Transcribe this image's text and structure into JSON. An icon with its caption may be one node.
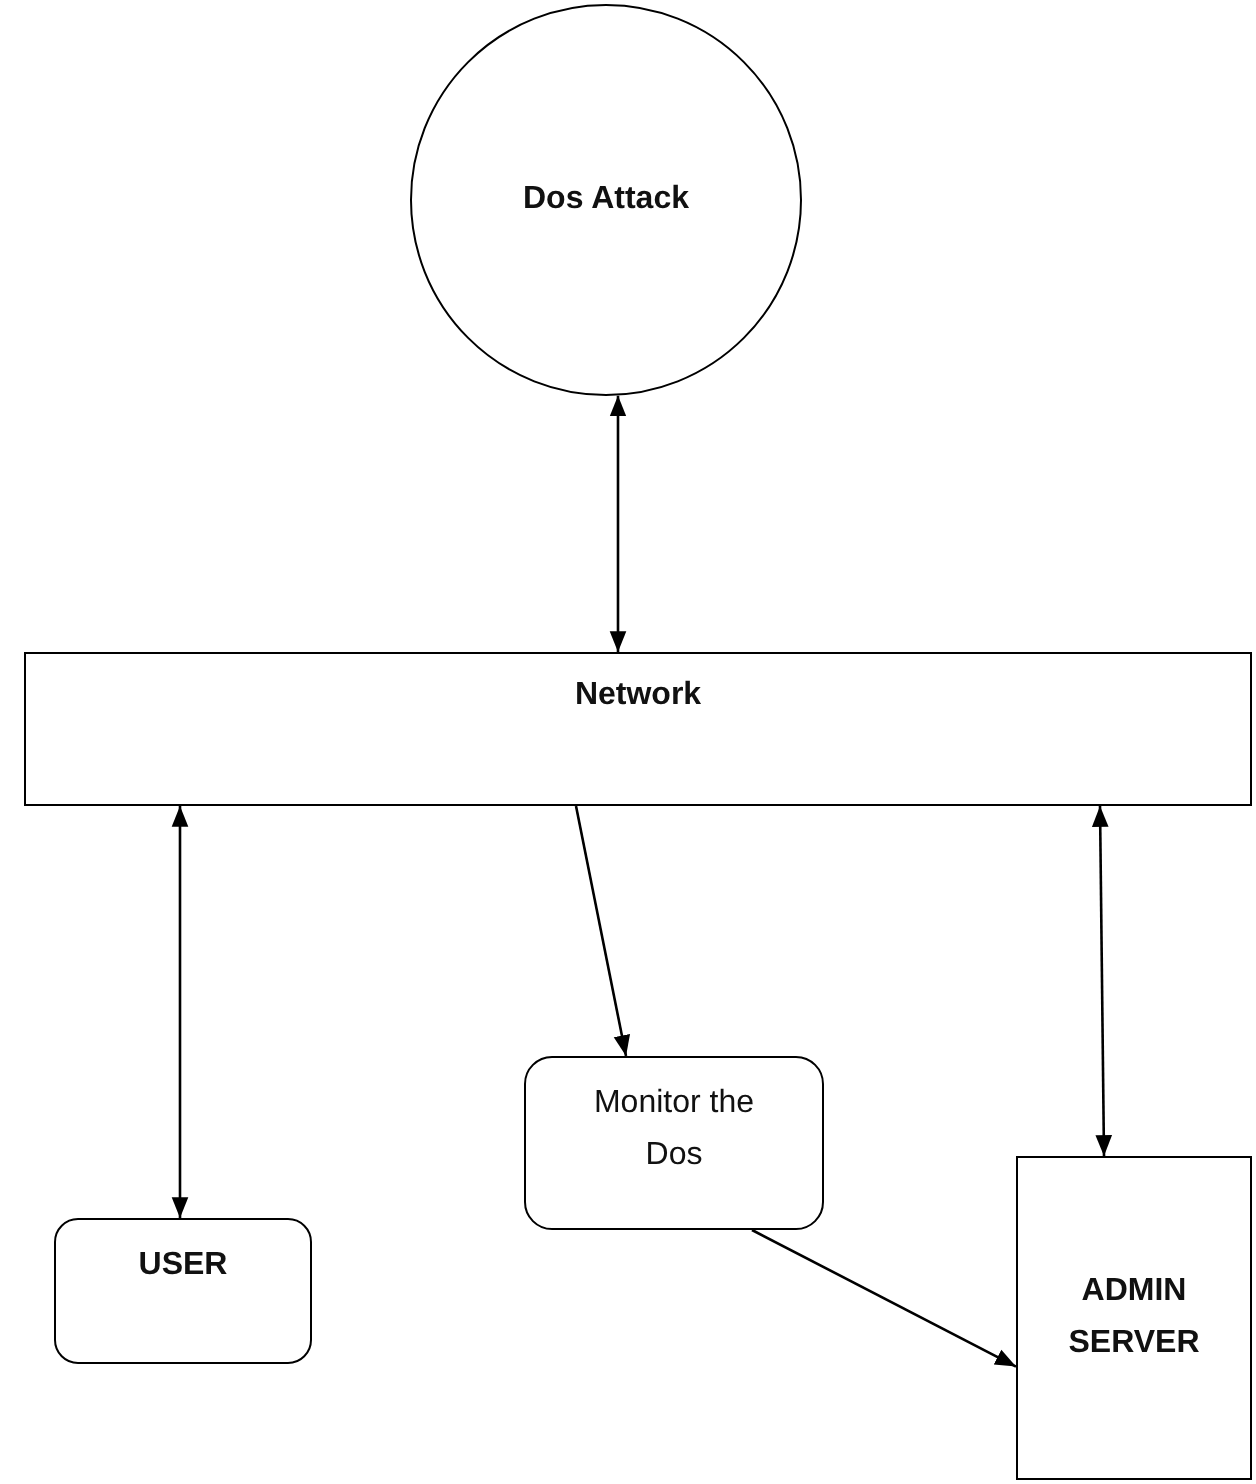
{
  "diagram": {
    "nodes": [
      {
        "text": [
          "Dos Attack"
        ]
      },
      {
        "text": [
          "Network"
        ]
      },
      {
        "text": [
          "Monitor the Dos"
        ]
      },
      {
        "text": [
          "USER"
        ]
      },
      {
        "text": [
          "ADMIN SERVER"
        ]
      }
    ],
    "edges": [
      {
        "from": 0,
        "to": 1,
        "arrow": "both"
      },
      {
        "from": 1,
        "to": 3,
        "arrow": "both"
      },
      {
        "from": 1,
        "to": 2,
        "arrow": "to"
      },
      {
        "from": 1,
        "to": 4,
        "arrow": "both"
      },
      {
        "from": 2,
        "to": 4,
        "arrow": "to"
      }
    ]
  }
}
